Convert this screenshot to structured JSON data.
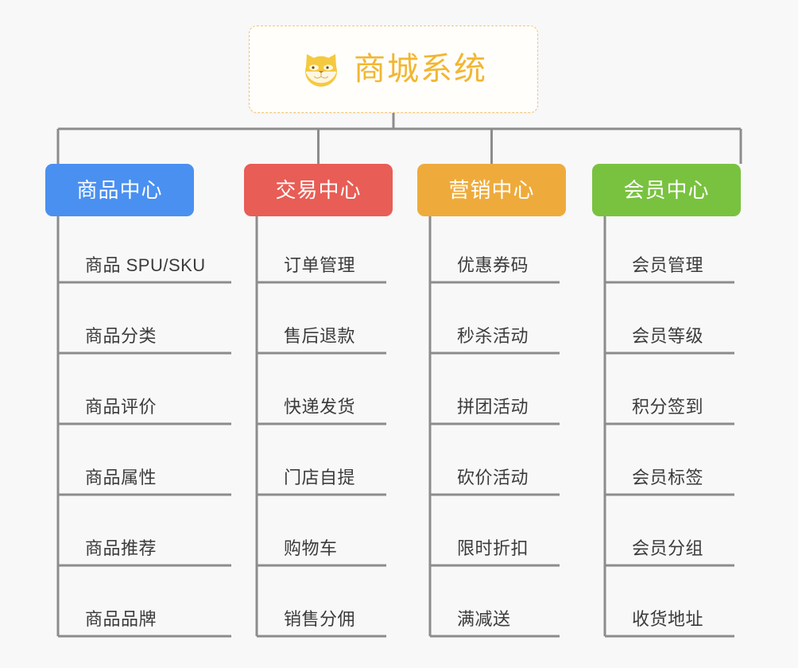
{
  "page": {
    "background_color": "#f8f8f8",
    "title": "商城系统"
  },
  "root": {
    "label": "商城系统",
    "icon": "shiba-dog-icon",
    "text_color": "#f2b632",
    "border_color": "#f0c674",
    "background_color": "#fffefb"
  },
  "connector_color": "#8c8c8c",
  "columns": [
    {
      "id": "product-center",
      "label": "商品中心",
      "color": "#4a90f0",
      "items": [
        "商品 SPU/SKU",
        "商品分类",
        "商品评价",
        "商品属性",
        "商品推荐",
        "商品品牌"
      ]
    },
    {
      "id": "trade-center",
      "label": "交易中心",
      "color": "#e85d55",
      "items": [
        "订单管理",
        "售后退款",
        "快递发货",
        "门店自提",
        "购物车",
        "销售分佣"
      ]
    },
    {
      "id": "marketing-center",
      "label": "营销中心",
      "color": "#eeab3c",
      "items": [
        "优惠券码",
        "秒杀活动",
        "拼团活动",
        "砍价活动",
        "限时折扣",
        "满减送"
      ]
    },
    {
      "id": "member-center",
      "label": "会员中心",
      "color": "#79c23f",
      "items": [
        "会员管理",
        "会员等级",
        "积分签到",
        "会员标签",
        "会员分组",
        "收货地址"
      ]
    }
  ]
}
